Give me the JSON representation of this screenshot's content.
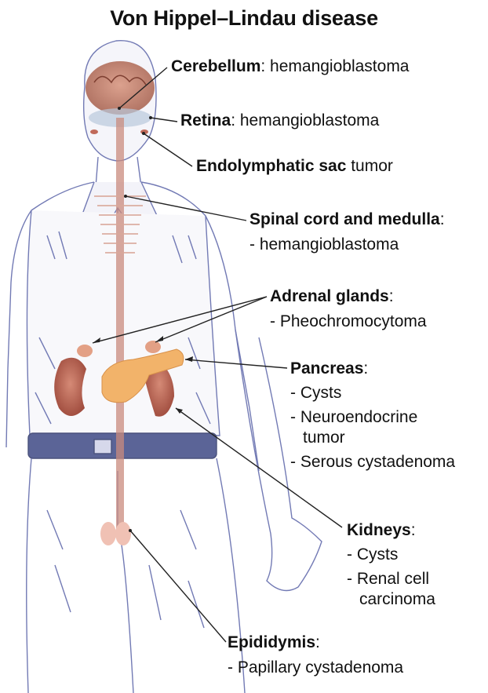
{
  "title": "Von Hippel–Lindau disease",
  "labels": {
    "cerebellum": {
      "organ": "Cerebellum",
      "desc": ": hemangioblastoma"
    },
    "retina": {
      "organ": "Retina",
      "desc": ": hemangioblastoma"
    },
    "endolymphatic": {
      "organ": "Endolymphatic sac",
      "desc": " tumor"
    },
    "spinal": {
      "organ": "Spinal cord and medulla",
      "desc": ":",
      "line1": "- hemangioblastoma"
    },
    "adrenal": {
      "organ": "Adrenal glands",
      "desc": ":",
      "line1": "- Pheochromocytoma"
    },
    "pancreas": {
      "organ": "Pancreas",
      "desc": ":",
      "line1": "- Cysts",
      "line2": "- Neuroendocrine",
      "line3": "tumor",
      "line4": "- Serous cystadenoma"
    },
    "kidneys": {
      "organ": "Kidneys",
      "desc": ":",
      "line1": "- Cysts",
      "line2": "- Renal cell",
      "line3": "carcinoma"
    },
    "epididymis": {
      "organ": "Epididymis",
      "desc": ":",
      "line1": "- Papillary cystadenoma"
    }
  },
  "colors": {
    "sketch": "#5a63a8",
    "organ": "#c06a5a",
    "pancreas": "#f2b36a",
    "leader": "#222222"
  },
  "icons": [
    "human-body-illustration",
    "brain-icon",
    "kidney-icon",
    "pancreas-icon",
    "spinal-cord-icon"
  ]
}
